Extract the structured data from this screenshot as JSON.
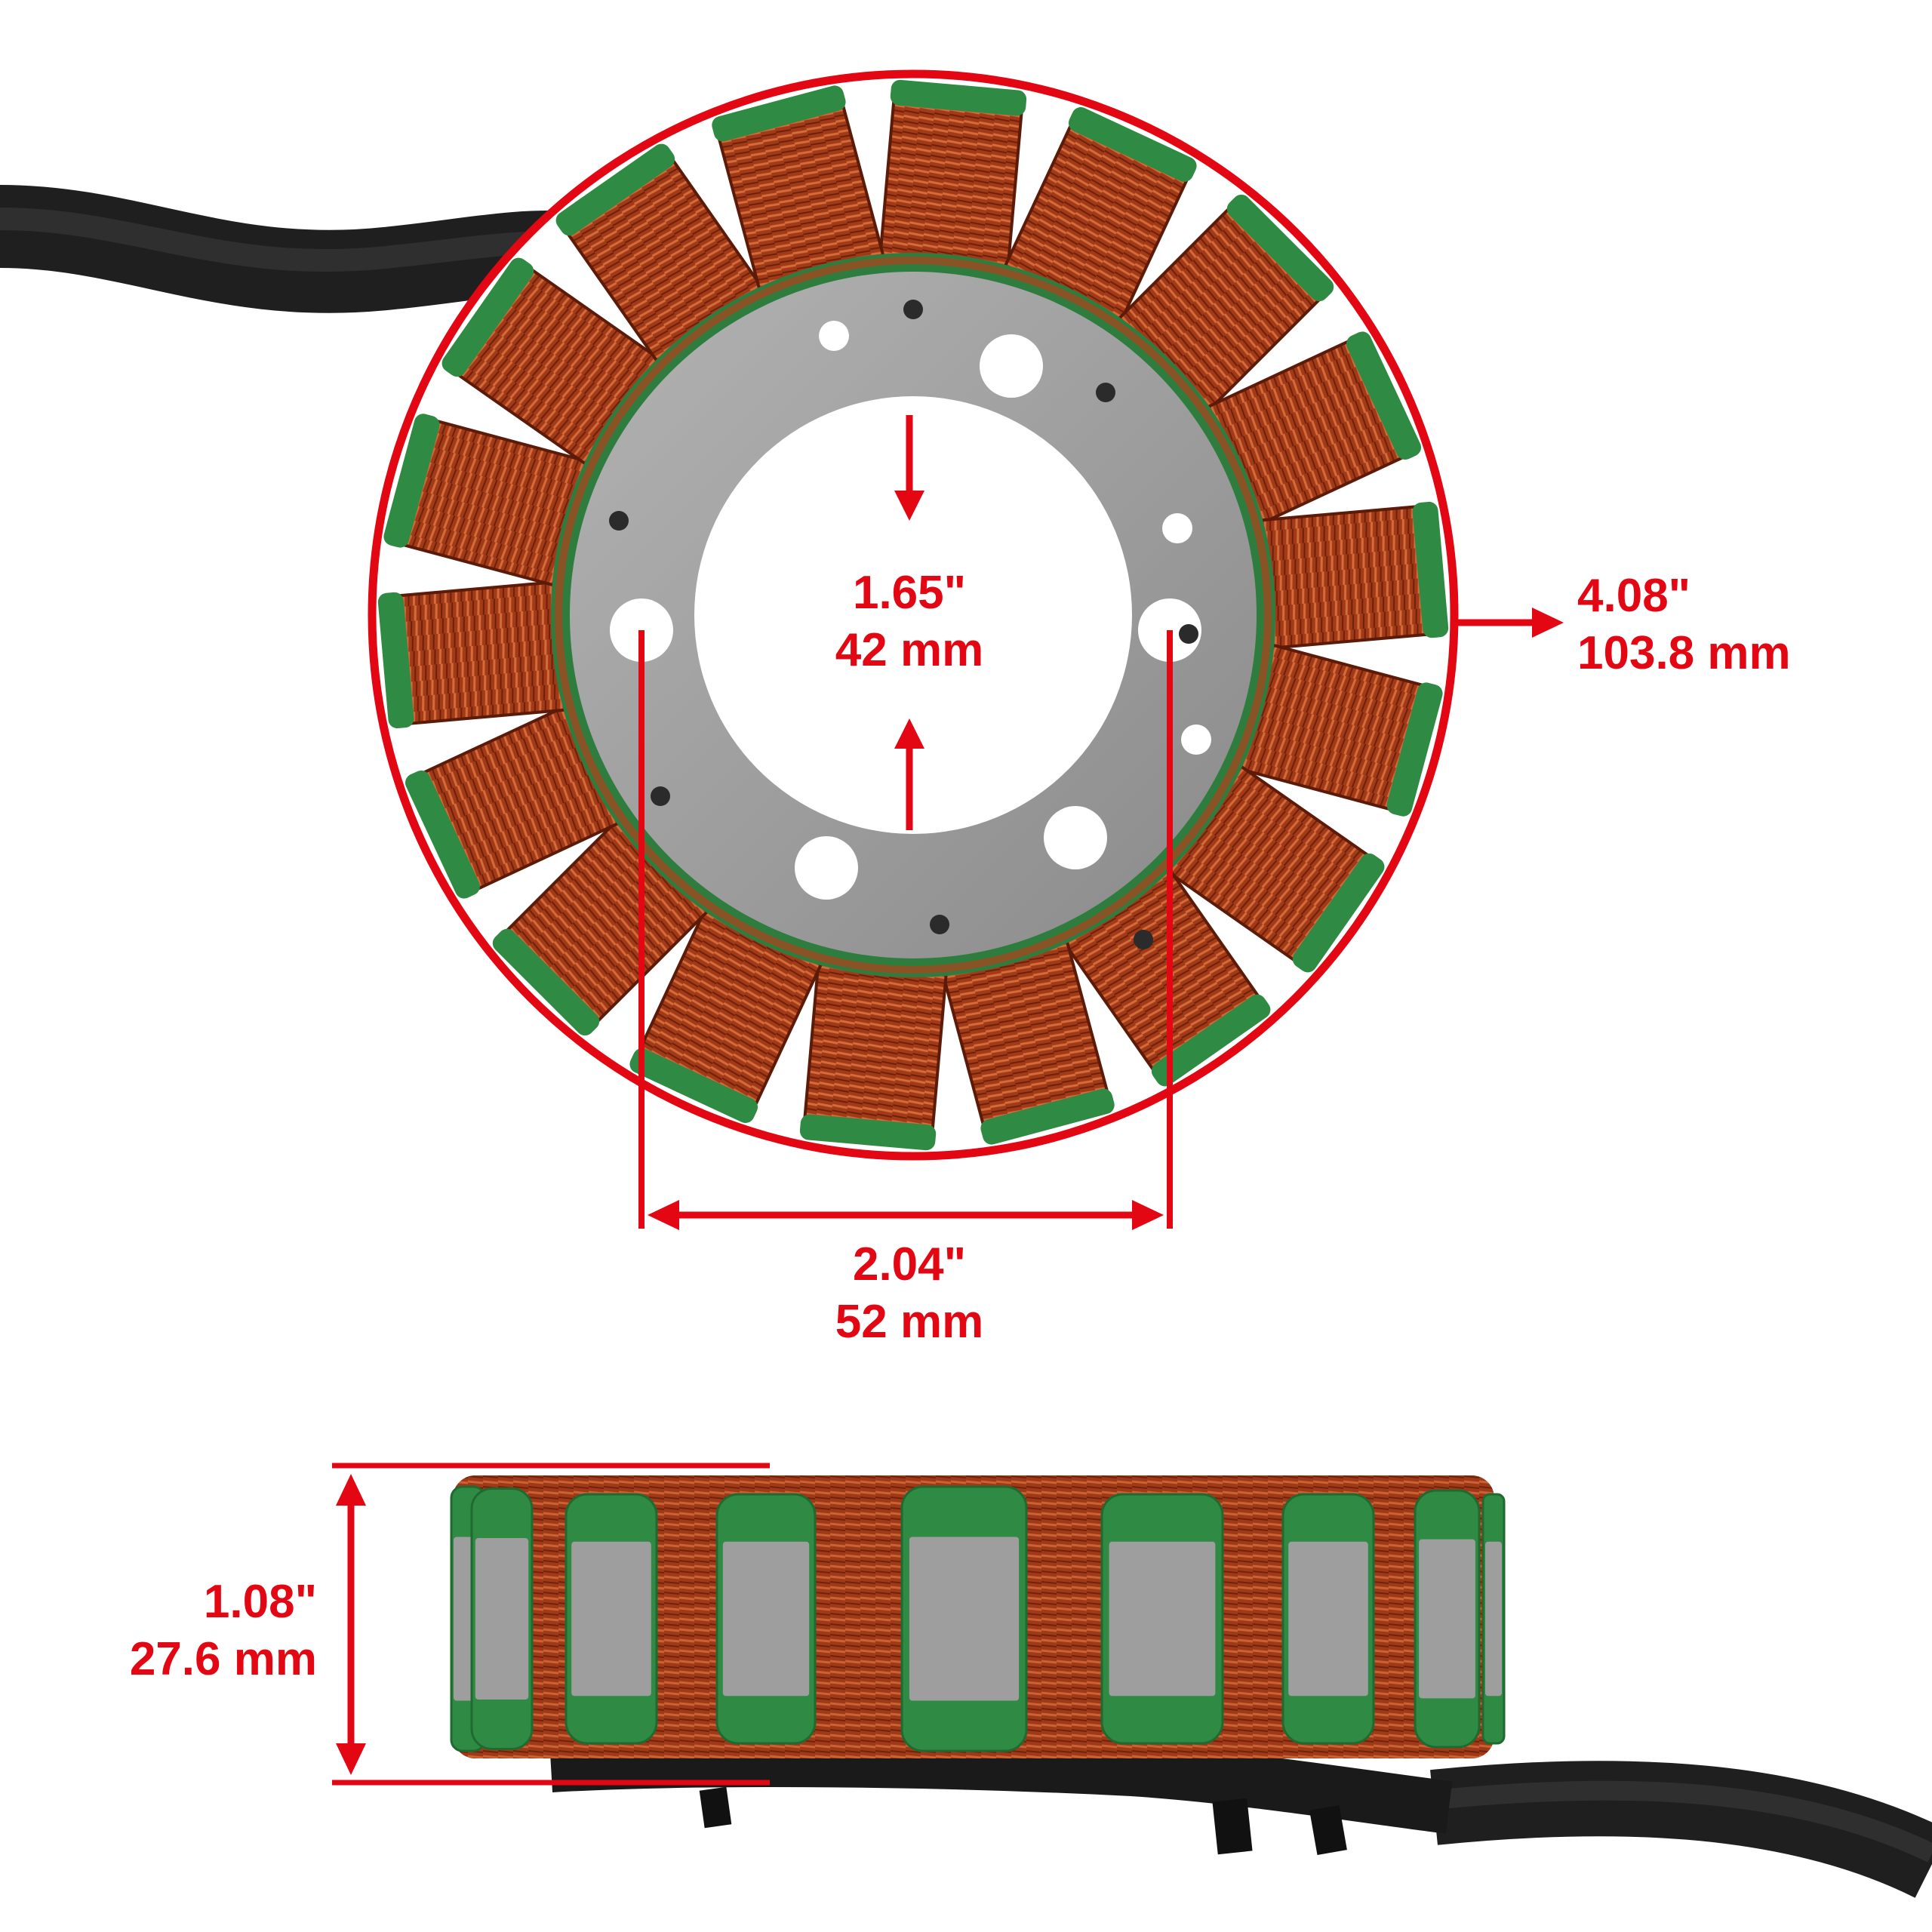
{
  "colors": {
    "accent": "#e30613",
    "copper": "#a8391c",
    "coating": "#2f8a43",
    "steel": "#9a9a9a",
    "cable": "#262626"
  },
  "dimensions": {
    "inner_diameter": {
      "inch": "1.65\"",
      "mm": "42 mm"
    },
    "outer_diameter": {
      "inch": "4.08\"",
      "mm": "103.8 mm"
    },
    "bolt_spacing": {
      "inch": "2.04\"",
      "mm": "52 mm"
    },
    "height": {
      "inch": "1.08\"",
      "mm": "27.6 mm"
    }
  }
}
